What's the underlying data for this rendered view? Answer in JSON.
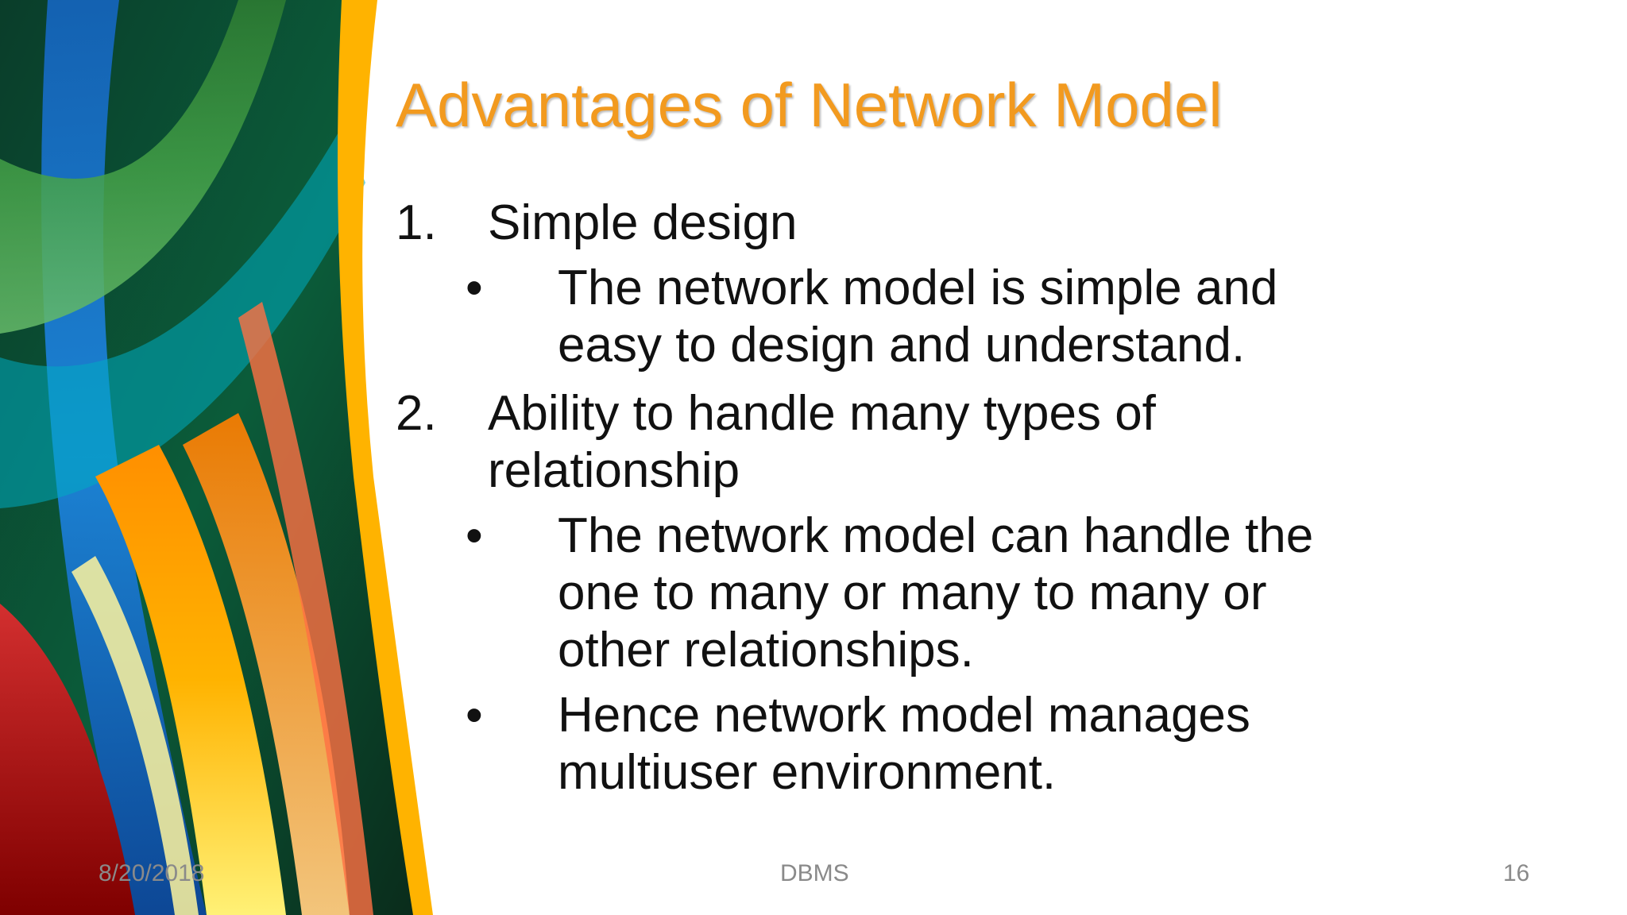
{
  "slide": {
    "title": "Advantages of Network Model",
    "items": [
      {
        "number": "1.",
        "text": "Simple design",
        "bullets": [
          "The network model is simple and easy to design and understand."
        ]
      },
      {
        "number": "2.",
        "text": "Ability to handle many types of relationship",
        "bullets": [
          "The network model can handle the one to many or many to many or other relationships.",
          "Hence network model manages multiuser environment."
        ]
      }
    ],
    "bullet_glyph": "•"
  },
  "footer": {
    "date": "8/20/2018",
    "center": "DBMS",
    "page": "16"
  },
  "colors": {
    "title": "#f29a1f",
    "body_text": "#111111",
    "footer_text": "#8a8a8a"
  }
}
